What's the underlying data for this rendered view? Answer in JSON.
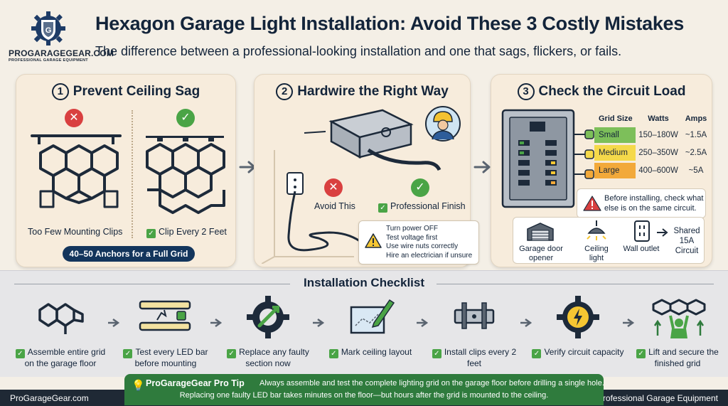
{
  "header": {
    "brand": "PROGARAGEGEAR.COM",
    "brand_sub": "PROFESSIONAL GARAGE EQUIPMENT",
    "title": "Hexagon Garage Light Installation: Avoid These 3 Costly Mistakes",
    "subtitle": "The difference between a professional-looking installation and one that sags, flickers, or fails."
  },
  "panel1": {
    "number": "1",
    "title": "Prevent Ceiling Sag",
    "bad_caption": "Too Few Mounting Clips",
    "good_caption": "Clip Every 2 Feet",
    "anchors": "40–50 Anchors for a Full Grid"
  },
  "panel2": {
    "number": "2",
    "title": "Hardwire the Right Way",
    "bad_caption": "Avoid This",
    "good_caption": "Professional Finish",
    "tips": [
      "Turn power OFF",
      "Test voltage first",
      "Use wire nuts correctly",
      "Hire an electrician if unsure"
    ]
  },
  "panel3": {
    "number": "3",
    "title": "Check the Circuit Load",
    "headers": [
      "Grid Size",
      "Watts",
      "Amps"
    ],
    "rows": [
      {
        "size": "Small",
        "watts": "150–180W",
        "amps": "~1.5A"
      },
      {
        "size": "Medium",
        "watts": "250–350W",
        "amps": "~2.5A"
      },
      {
        "size": "Large",
        "watts": "400–600W",
        "amps": "~5A"
      }
    ],
    "alert": "Before installing, check what else is on the same circuit.",
    "loads": {
      "garage": "Garage door opener",
      "ceiling": "Ceiling light",
      "outlet": "Wall outlet",
      "shared": "Shared 15A Circuit"
    }
  },
  "checklist": {
    "title": "Installation Checklist",
    "steps": [
      "Assemble entire grid on the garage floor",
      "Test every LED bar before mounting",
      "Replace any faulty section now",
      "Mark ceiling layout",
      "Install clips every 2 feet",
      "Verify circuit capacity",
      "Lift and secure the finished grid"
    ]
  },
  "protip": {
    "label": "ProGarageGear Pro Tip",
    "line1": "Always assemble and test the complete lighting grid on the garage floor before drilling a single hole.",
    "line2": "Replacing one faulty LED bar takes minutes on the floor—but hours after the grid is mounted to the ceiling."
  },
  "footer": {
    "left": "ProGarageGear.com",
    "right": "Professional Garage Equipment"
  },
  "colors": {
    "navy": "#13243a",
    "green": "#4aa446",
    "red": "#d94040",
    "cream": "#f7ecdc",
    "tip_green": "#2f7b3d"
  }
}
